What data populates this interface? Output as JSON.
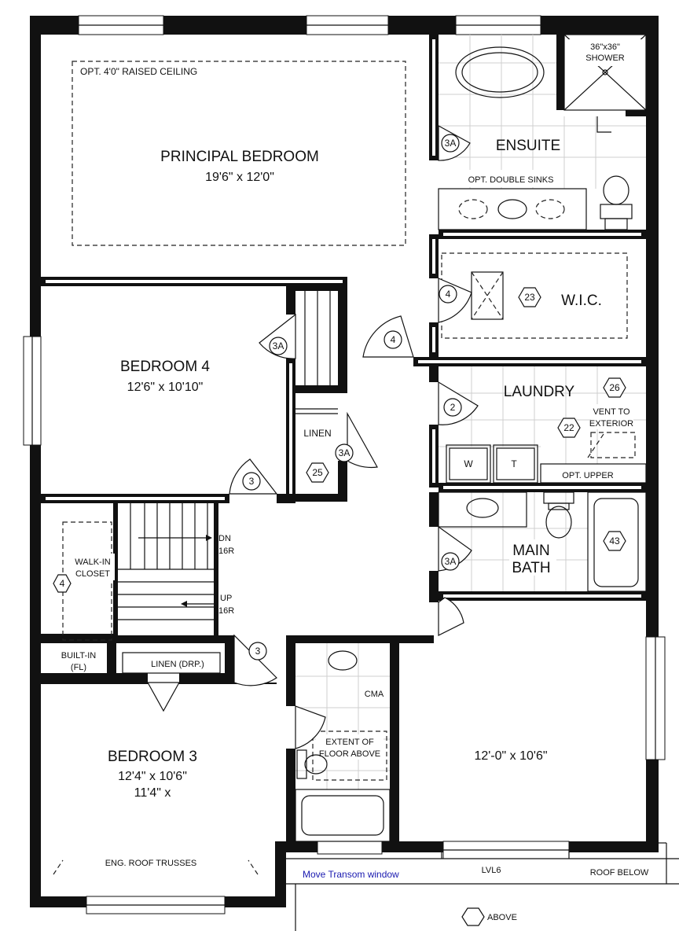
{
  "rooms": {
    "principal": {
      "name": "PRINCIPAL BEDROOM",
      "dims": "19'6\" x 12'0\"",
      "note": "OPT. 4'0\" RAISED CEILING"
    },
    "ensuite": {
      "name": "ENSUITE",
      "shower": "36\"x36\"",
      "shower_label": "SHOWER",
      "sinks": "OPT. DOUBLE SINKS"
    },
    "wic": {
      "name": "W.I.C."
    },
    "bedroom4": {
      "name": "BEDROOM 4",
      "dims": "12'6\" x 10'10\""
    },
    "linen": {
      "name": "LINEN"
    },
    "laundry": {
      "name": "LAUNDRY",
      "vent_line1": "VENT TO",
      "vent_line2": "EXTERIOR",
      "washer": "W",
      "tub": "T",
      "upper": "OPT. UPPER"
    },
    "main_bath": {
      "line1": "MAIN",
      "line2": "BATH"
    },
    "stairs": {
      "dn": "DN",
      "dn_risers": "16R",
      "up": "UP",
      "up_risers": "16R"
    },
    "walkin": {
      "line1": "WALK-IN",
      "line2": "CLOSET"
    },
    "builtin": {
      "line1": "BUILT-IN",
      "line2": "(FL)"
    },
    "linen_drop": {
      "name": "LINEN (DRP.)"
    },
    "cma": {
      "name": "CMA",
      "extent_line1": "EXTENT OF",
      "extent_line2": "FLOOR ABOVE"
    },
    "bedroom3": {
      "name": "BEDROOM 3",
      "dims1": "12'4\" x 10'6\"",
      "dims2": "11'4\" x",
      "trusses": "ENG. ROOF TRUSSES"
    },
    "bedroom2": {
      "dims": "12'-0\" x 10'6\""
    }
  },
  "notes": {
    "transom": "Move Transom window",
    "lvl": "LVL6",
    "roof_below": "ROOF BELOW",
    "legend": "ABOVE"
  },
  "door_tags": {
    "ensuite": "3A",
    "wic": "4",
    "hall": "4",
    "bedroom4": "3A",
    "laundry": "2",
    "linen": "3A",
    "bedroom4_main": "3",
    "main_bath": "3A",
    "walkin": "4",
    "bedroom3": "3"
  },
  "hex_tags": {
    "wic": "23",
    "laundry_a": "26",
    "laundry_b": "22",
    "linen": "25",
    "bath": "43"
  }
}
